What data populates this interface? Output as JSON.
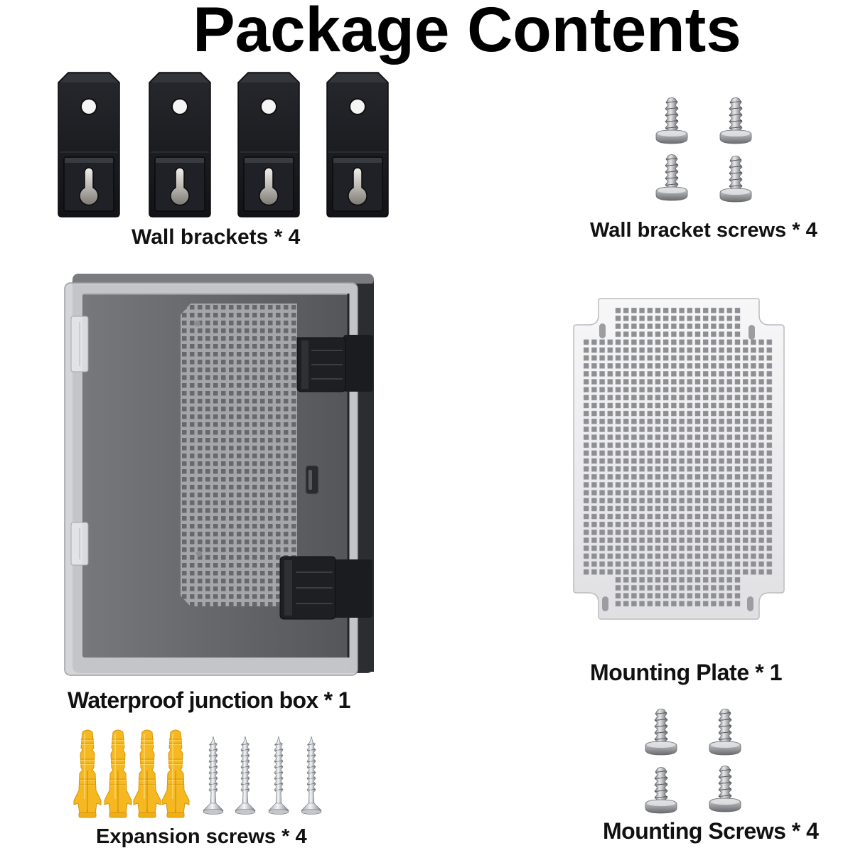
{
  "title": "Package Contents",
  "items": {
    "wall_brackets": {
      "label": "Wall brackets * 4",
      "icon": "wall-bracket"
    },
    "wall_bracket_screws": {
      "label": "Wall bracket screws * 4",
      "icon": "pan-head-screw"
    },
    "junction_box": {
      "label": "Waterproof junction box * 1",
      "icon": "junction-box"
    },
    "mounting_plate": {
      "label": "Mounting Plate * 1",
      "icon": "perforated-plate"
    },
    "expansion_screws": {
      "label": "Expansion screws * 4",
      "icon": "wall-anchor-and-wood-screw"
    },
    "mounting_screws": {
      "label": "Mounting Screws * 4",
      "icon": "pan-head-screw"
    }
  },
  "colors": {
    "background": "#ffffff",
    "text": "#000000",
    "bracket": "#1c1d22",
    "anchor": "#f5b820",
    "box_body": "#3b3c40",
    "plate": "#f0f0f2"
  }
}
